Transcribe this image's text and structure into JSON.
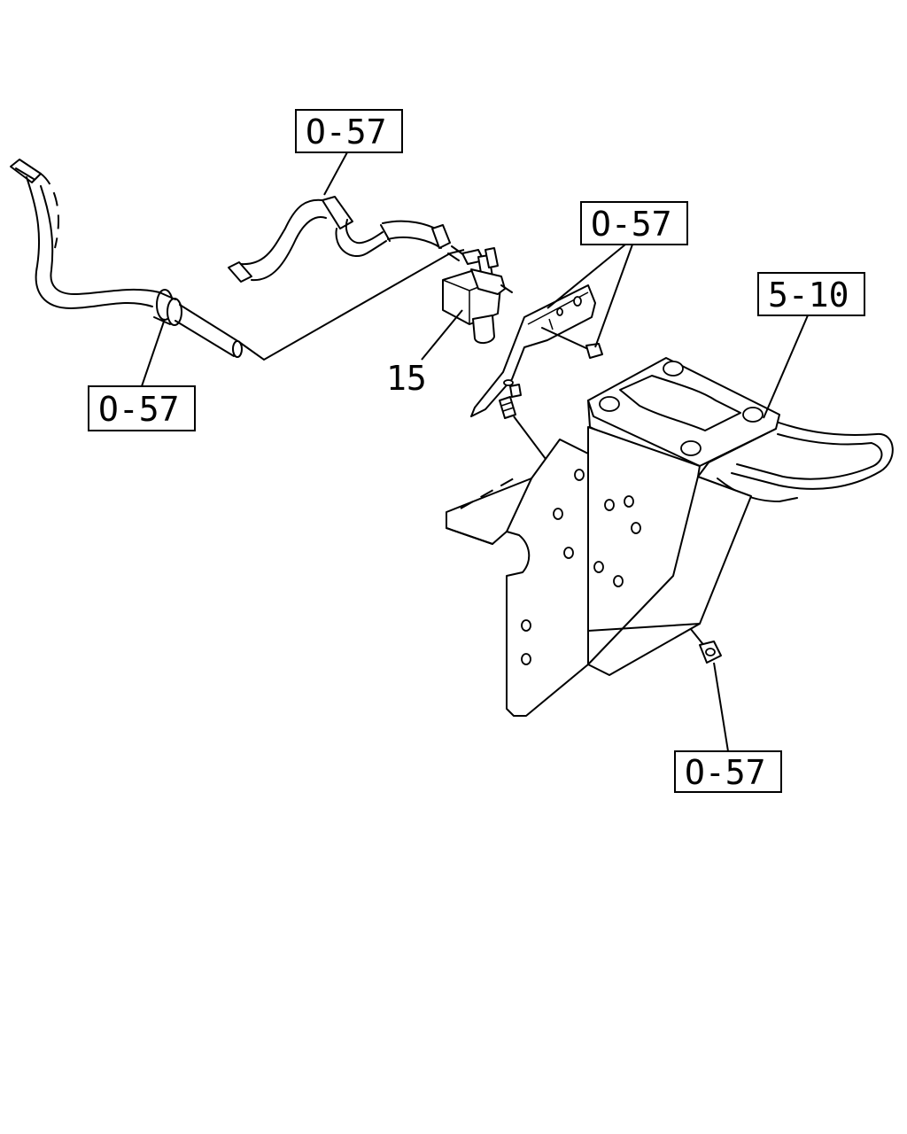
{
  "callouts": {
    "top_hose": "O-57",
    "bracket": "O-57",
    "left_hose": "O-57",
    "frame": "5-10",
    "nut": "O-57"
  },
  "part_numbers": {
    "valve": "15"
  }
}
